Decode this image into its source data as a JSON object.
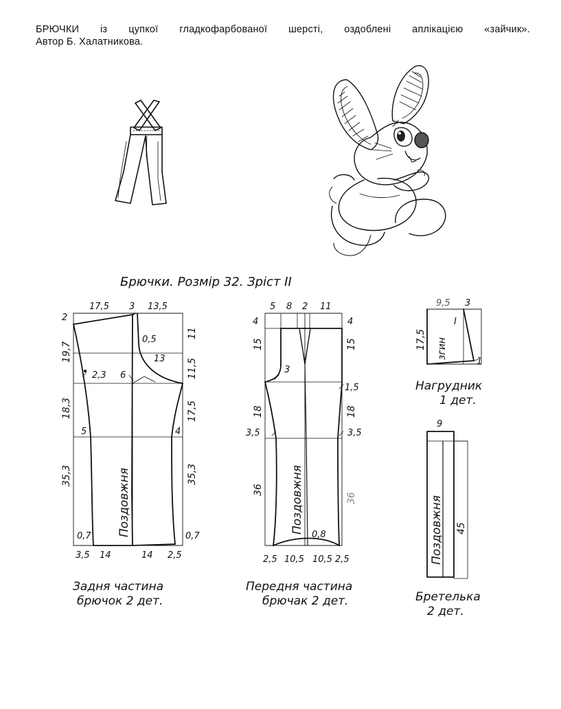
{
  "header": {
    "line1": "БРЮЧКИ із цупкої гладкофарбованої шерсті, оздоблені аплікацією «зайчик».",
    "line2": "Автор Б. Халатникова."
  },
  "diagram_title": "Брючки. Розмір 32. Зріст II",
  "back_piece": {
    "caption_line1": "Задня частина",
    "caption_line2": "брючок 2 дет.",
    "grain_label": "Поздовжня",
    "top_dims": [
      "17,5",
      "3",
      "13,5"
    ],
    "top_corner": "2",
    "left_dims": [
      "19,7",
      "18,3",
      "35,3"
    ],
    "right_dims": [
      "11",
      "11,5",
      "17,5",
      "35,3"
    ],
    "inner": [
      "0,5",
      "13",
      "2,3",
      "6",
      "5",
      "4",
      "0,7",
      "0,7"
    ],
    "bottom_dims": [
      "3,5",
      "14",
      "14",
      "2,5"
    ]
  },
  "front_piece": {
    "caption_line1": "Передня частина",
    "caption_line2": "брючак 2 дет.",
    "grain_label": "Поздовжня",
    "top_dims": [
      "5",
      "8",
      "2",
      "11"
    ],
    "left_dims": [
      "4",
      "15",
      "18",
      "36"
    ],
    "right_dims": [
      "4",
      "15",
      "1,5",
      "18",
      "36"
    ],
    "inner": [
      "3",
      "3,5",
      "3,5",
      "0,8"
    ],
    "bottom_dims": [
      "2,5",
      "10,5",
      "10,5",
      "2,5"
    ]
  },
  "bib_piece": {
    "caption_line1": "Нагрудник",
    "caption_line2": "1 дет.",
    "top_dims": [
      "9,5",
      "3"
    ],
    "left_dim": "17,5",
    "inner_mark": "I",
    "fold_label": "згин",
    "corner_mark": "1"
  },
  "strap_piece": {
    "caption_line1": "Бретелька",
    "caption_line2": "2 дет.",
    "top_dim": "9",
    "length_dim": "45",
    "grain_label": "Поздовжня"
  }
}
